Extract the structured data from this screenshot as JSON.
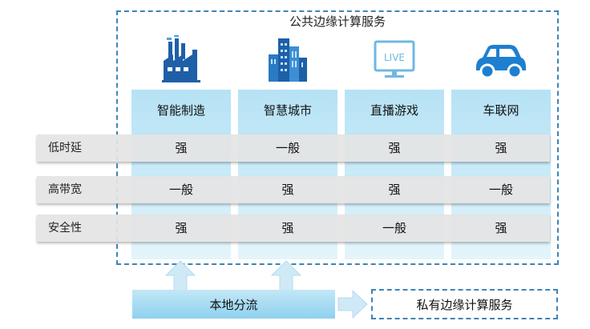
{
  "title": "公共边缘计算服务",
  "scenarios": [
    {
      "label": "智能制造",
      "icon": "factory-icon"
    },
    {
      "label": "智慧城市",
      "icon": "city-buildings-icon"
    },
    {
      "label": "直播游戏",
      "icon": "live-screen-icon",
      "icon_text": "LIVE"
    },
    {
      "label": "车联网",
      "icon": "car-icon"
    }
  ],
  "rows": [
    {
      "label": "低时延",
      "values": [
        "强",
        "一般",
        "强",
        "强"
      ]
    },
    {
      "label": "高带宽",
      "values": [
        "一般",
        "强",
        "强",
        "一般"
      ]
    },
    {
      "label": "安全性",
      "values": [
        "强",
        "强",
        "一般",
        "强"
      ]
    }
  ],
  "local_offload": "本地分流",
  "private_service": "私有边缘计算服务",
  "colors": {
    "accent": "#3b86b8",
    "icon": "#1e5fa8",
    "column": "#c9ebf8",
    "row": "#e4e4e4"
  }
}
